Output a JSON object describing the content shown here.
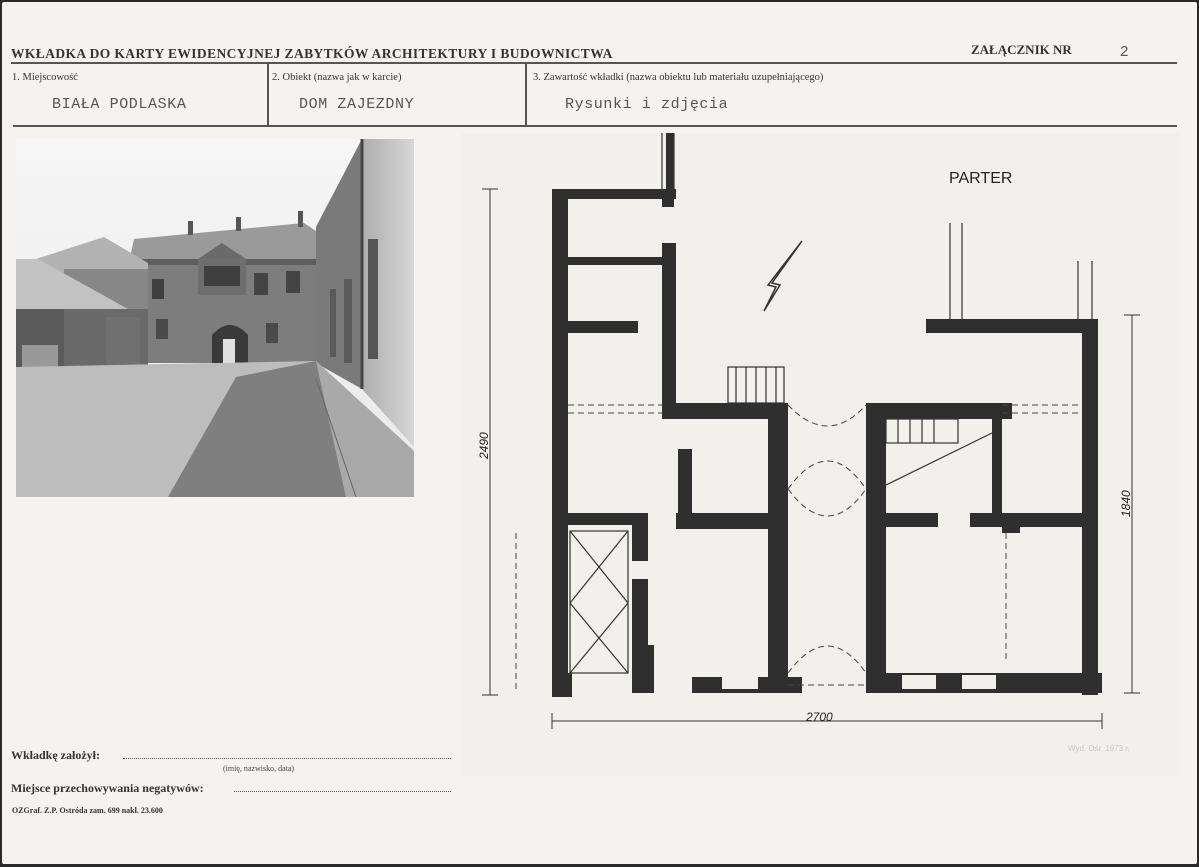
{
  "header": {
    "title": "WKŁADKA DO KARTY EWIDENCYJNEJ ZABYTKÓW ARCHITEKTURY I BUDOWNICTWA",
    "annex_label": "ZAŁĄCZNIK NR",
    "annex_number": "2"
  },
  "fields": {
    "locality": {
      "label": "1. Miejscowość",
      "value": "BIAŁA PODLASKA"
    },
    "object": {
      "label": "2. Obiekt (nazwa jak w karcie)",
      "value": "DOM ZAJEZDNY"
    },
    "content": {
      "label": "3. Zawartość wkładki (nazwa obiektu lub materiału uzupełniającego)",
      "value": "Rysunki i zdjęcia"
    }
  },
  "plan": {
    "title": "PARTER",
    "dim_width": "2700",
    "dim_height_left": "2490",
    "dim_height_right": "1840"
  },
  "footer": {
    "created_by_label": "Wkładkę założył:",
    "created_by_hint": "(imię, nazwisko, data)",
    "negatives_label": "Miejsce przechowywania negatywów:",
    "printer": "OZGraf. Z.P. Ostróda zam. 699 nakł. 23.600",
    "stamp": "Wyd. Ośr. 1973 r."
  }
}
